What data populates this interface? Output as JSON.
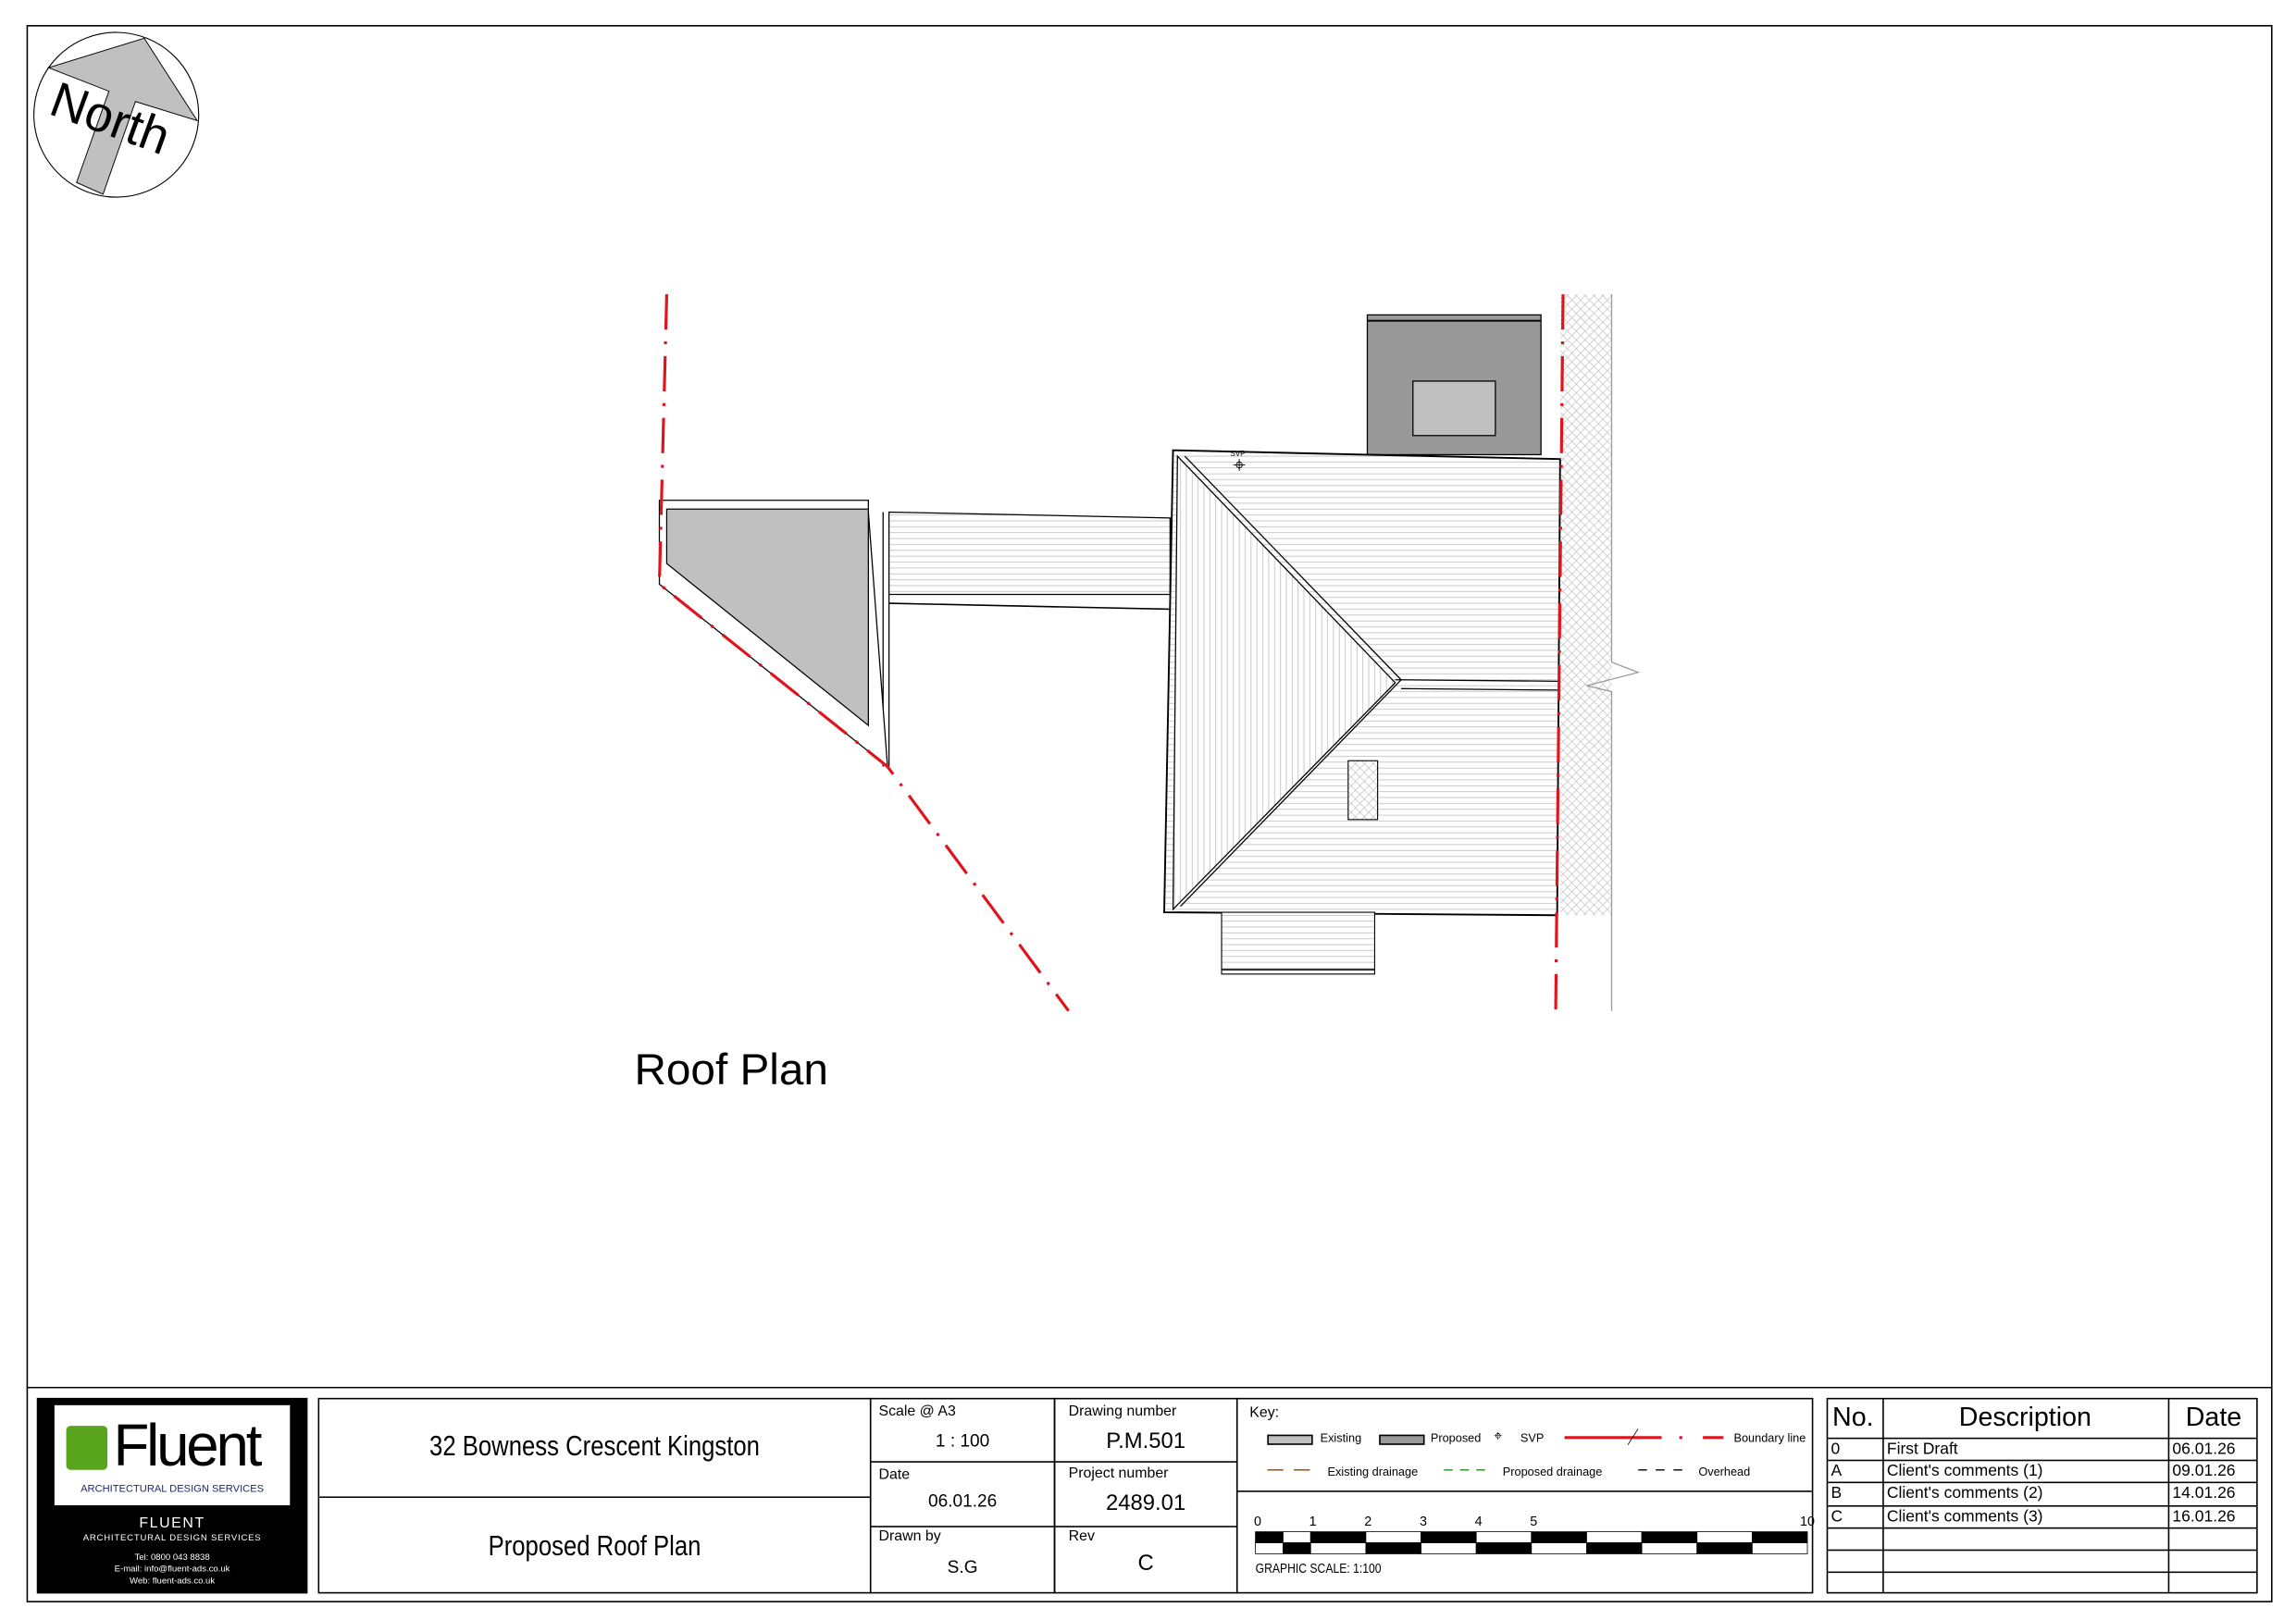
{
  "north_arrow": {
    "label": "North"
  },
  "drawing": {
    "title": "Roof Plan",
    "svp_label": "SVP",
    "colors": {
      "boundary": "#e0141c",
      "existing": "#c0c0c0",
      "proposed": "#999999"
    }
  },
  "logo": {
    "brand": "Fluent",
    "tagline": "ARCHITECTURAL DESIGN SERVICES",
    "company": "FLUENT",
    "company_sub": "ARCHITECTURAL DESIGN SERVICES",
    "tel": "Tel: 0800 043 8838",
    "email": "E-mail: info@fluent-ads.co.uk",
    "web": "Web: fluent-ads.co.uk",
    "brand_color": "#5aa51e"
  },
  "title_block": {
    "address": "32 Bowness Crescent Kingston",
    "drawing_title": "Proposed Roof Plan",
    "scale_label": "Scale @ A3",
    "scale_value": "1 : 100",
    "date_label": "Date",
    "date_value": "06.01.26",
    "drawn_by_label": "Drawn by",
    "drawn_by_value": "S.G",
    "drawing_number_label": "Drawing number",
    "drawing_number_value": "P.M.501",
    "project_number_label": "Project number",
    "project_number_value": "2489.01",
    "rev_label": "Rev",
    "rev_value": "C"
  },
  "key": {
    "title": "Key:",
    "items": {
      "existing": "Existing",
      "proposed": "Proposed",
      "svp": "SVP",
      "boundary": "Boundary line",
      "existing_drainage": "Existing drainage",
      "proposed_drainage": "Proposed drainage",
      "overhead": "Overhead"
    },
    "scale_ticks": [
      "0",
      "1",
      "2",
      "3",
      "4",
      "5",
      "10"
    ],
    "scale_caption": "GRAPHIC SCALE: 1:100"
  },
  "revisions": {
    "headers": {
      "no": "No.",
      "description": "Description",
      "date": "Date"
    },
    "rows": [
      {
        "no": "0",
        "description": "First Draft",
        "date": "06.01.26"
      },
      {
        "no": "A",
        "description": "Client's comments (1)",
        "date": "09.01.26"
      },
      {
        "no": "B",
        "description": "Client's comments (2)",
        "date": "14.01.26"
      },
      {
        "no": "C",
        "description": "Client's comments (3)",
        "date": "16.01.26"
      },
      {
        "no": "",
        "description": "",
        "date": ""
      },
      {
        "no": "",
        "description": "",
        "date": ""
      },
      {
        "no": "",
        "description": "",
        "date": ""
      }
    ]
  }
}
